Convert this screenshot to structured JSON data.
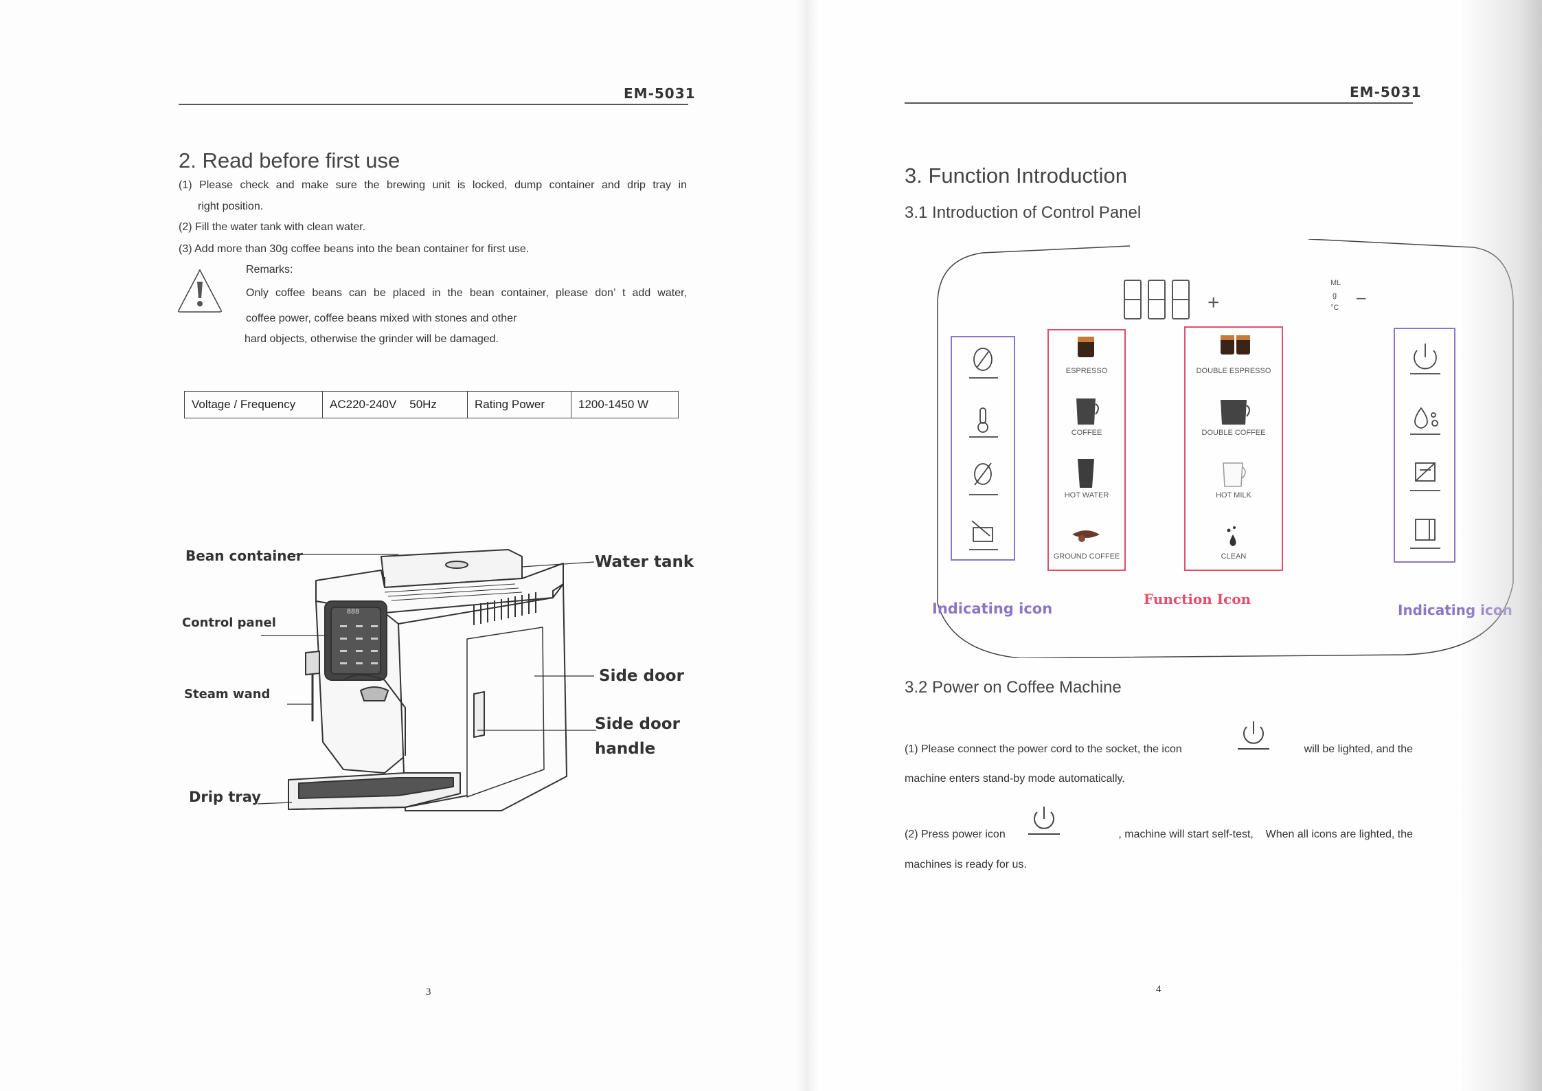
{
  "left": {
    "header": "EM-5031",
    "title": "2. Read before first use",
    "steps": [
      "(1) Please check and make sure the brewing unit is locked, dump container and drip tray in",
      "right position.",
      "(2) Fill the water tank with clean water.",
      "(3) Add more than 30g coffee beans into the bean container for first use."
    ],
    "remarks": {
      "label": "Remarks:",
      "lines": [
        "Only coffee beans can be placed in the bean container, please don’ t add water,",
        "coffee power, coffee beans mixed with stones and other",
        "hard objects, otherwise the grinder will be damaged."
      ]
    },
    "spec_table": [
      "Voltage / Frequency",
      "AC220-240V    50Hz",
      "Rating Power",
      "1200-1450 W"
    ],
    "machine_labels": {
      "bean_container": "Bean container",
      "control_panel": "Control panel",
      "steam_wand": "Steam wand",
      "drip_tray": "Drip tray",
      "water_tank": "Water tank",
      "side_door": "Side door",
      "side_door_handle_1": "Side door",
      "side_door_handle_2": "handle"
    },
    "machine_display": "888",
    "page_number": "3"
  },
  "right": {
    "header": "EM-5031",
    "title": "3. Function Introduction",
    "subtitle_1": "3.1 Introduction of Control Panel",
    "panel": {
      "plus": "+",
      "minus": "–",
      "display": "888",
      "units": [
        "ML",
        "g",
        "°C"
      ],
      "function_left": [
        "ESPRESSO",
        "COFFEE",
        "HOT WATER",
        "GROUND COFFEE"
      ],
      "function_right": [
        "DOUBLE ESPRESSO",
        "DOUBLE COFFEE",
        "HOT MILK",
        "CLEAN"
      ],
      "left_icons": [
        "bean-icon",
        "thermometer-icon",
        "no-bean-icon",
        "dump-container-icon"
      ],
      "right_icons": [
        "power-icon",
        "water-drop-icon",
        "descale-icon",
        "door-icon"
      ],
      "label_indicating_left": "Indicating icon",
      "label_function": "Function Icon",
      "label_indicating_right": "Indicating icon",
      "colors": {
        "indicating": "#8a76c6",
        "function": "#e0506a",
        "text": "#555555"
      }
    },
    "subtitle_2": "3.2 Power on Coffee Machine",
    "power_1": {
      "before": "(1) Please connect the power cord to the socket, the icon",
      "after": "will be lighted, and the",
      "line2": "machine enters stand-by mode automatically."
    },
    "power_2": {
      "before": "(2) Press power icon",
      "after": ", machine will start self-test,    When all icons are lighted, the",
      "line2": "machines is ready for us."
    },
    "page_number": "4"
  }
}
